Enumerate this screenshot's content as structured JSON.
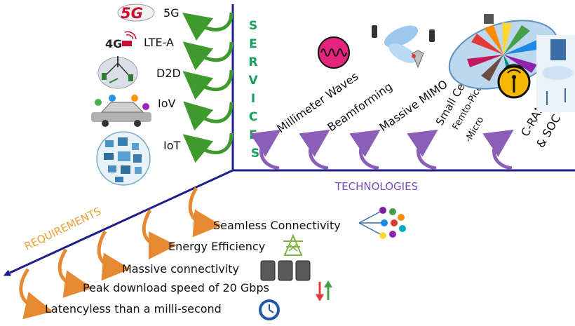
{
  "axes": {
    "services_title": "SERVICES",
    "technologies_title": "TECHNOLOGIES",
    "requirements_title": "REQUIREMENTS"
  },
  "services": [
    {
      "label": "5G",
      "icon": "5g-logo-icon",
      "logo_text": "5G"
    },
    {
      "label": "LTE-A",
      "icon": "4g-lte-logo-icon",
      "logo_text": "4G"
    },
    {
      "label": "D2D",
      "icon": "device-to-device-icon"
    },
    {
      "label": "IoV",
      "icon": "connected-car-icon"
    },
    {
      "label": "IoT",
      "icon": "iot-devices-icon"
    }
  ],
  "technologies": [
    {
      "label": "Millimeter Waves",
      "icon": "waveform-icon"
    },
    {
      "label": "Beamforming",
      "icon": "antenna-beam-icon"
    },
    {
      "label": "Massive MIMO",
      "icon": "mimo-antenna-icon"
    },
    {
      "label": "Small Cell:",
      "sub1": "Femto-Pico",
      "sub2": "-Micro",
      "icon": "small-cell-icon"
    },
    {
      "label": "C-RAN",
      "sub1": "& SOC",
      "icon": "cloud-ran-icon"
    }
  ],
  "requirements": [
    {
      "label": "Seamless Connectivity",
      "icon": "network-nodes-icon"
    },
    {
      "label": "Energy Efficiency",
      "icon": "power-tower-icon"
    },
    {
      "label": "Massive connectivity",
      "icon": "phones-icon"
    },
    {
      "label": "Peak download speed of 20 Gbps",
      "icon": "up-down-arrows-icon"
    },
    {
      "label": "Latencyless than a milli-second",
      "icon": "clock-icon"
    }
  ],
  "colors": {
    "axis": "#1e1e8c",
    "services_title": "#13a05a",
    "technologies_title": "#7a4cb5",
    "requirements_title": "#e8a13a",
    "green_arrow": "#3f9a2e",
    "purple_arrow": "#8b5fb8",
    "orange_arrow": "#e58a33"
  }
}
